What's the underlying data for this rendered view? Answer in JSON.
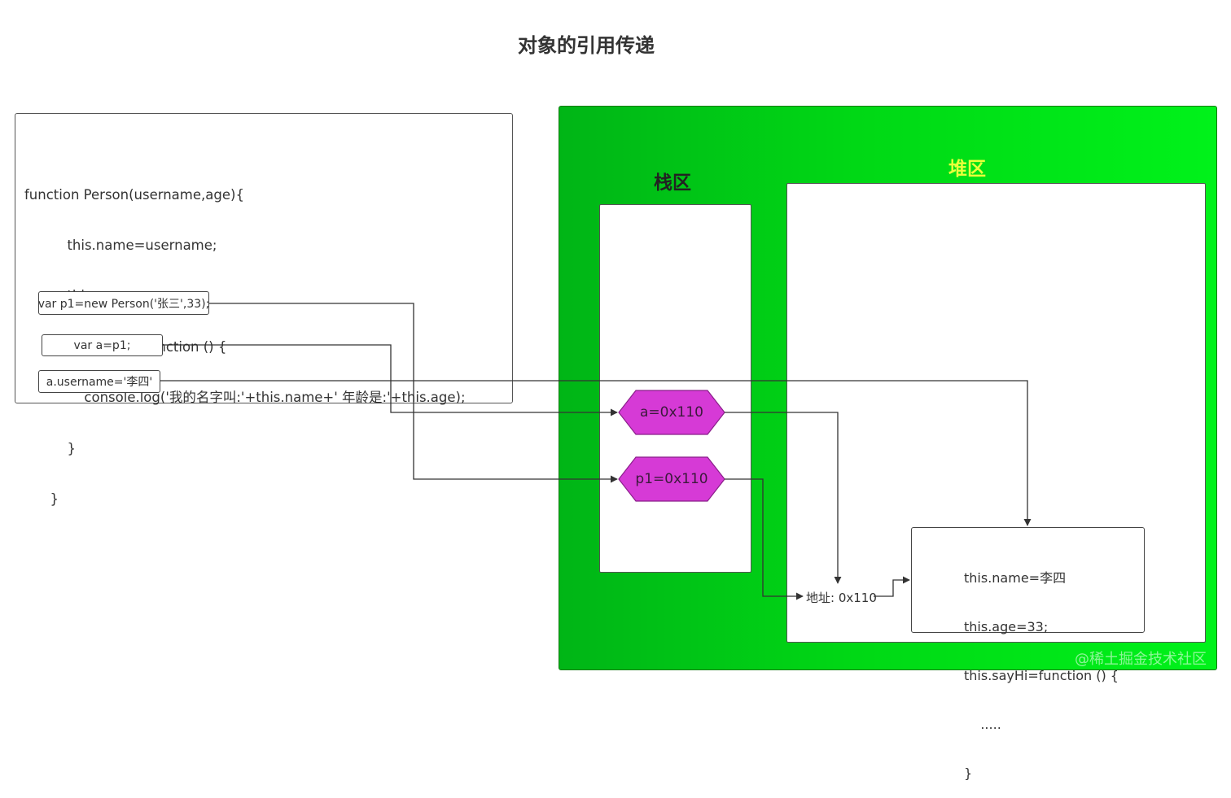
{
  "title": "对象的引用传递",
  "code": {
    "lines": [
      "function Person(username,age){",
      "          this.name=username;",
      "          this.age=age;",
      "          this.sayHi=function () {",
      "              console.log('我的名字叫:'+this.name+' 年龄是:'+this.age);",
      "          }",
      "      }"
    ],
    "statements": {
      "p1": "var p1=new Person('张三',33);",
      "a": "var a=p1;",
      "assign": "a.username='李四'"
    }
  },
  "memory": {
    "stack_title": "栈区",
    "heap_title": "堆区",
    "stack_title_color": "#222222",
    "heap_title_color": "#e8ff3a",
    "background_color": "#00d815",
    "stack_items": {
      "a": "a=0x110",
      "p1": "p1=0x110"
    },
    "hex_fill_color": "#d63ad6",
    "address_label": "地址: 0x110",
    "object_lines": [
      "this.name=李四",
      "this.age=33;",
      "this.sayHi=function () {",
      "    .....",
      "}"
    ]
  },
  "watermark": "@稀土掘金技术社区"
}
